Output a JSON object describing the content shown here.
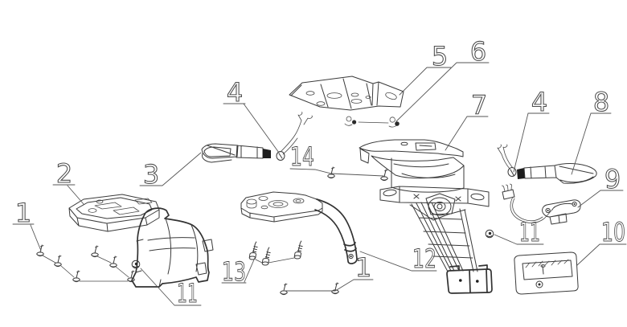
{
  "diagram": {
    "background_color": "#ffffff",
    "line_color": "#3a3a3a",
    "callout_color": "#4c4c4c",
    "callouts": [
      {
        "number": "1"
      },
      {
        "number": "2"
      },
      {
        "number": "3"
      },
      {
        "number": "4"
      },
      {
        "number": "5"
      },
      {
        "number": "6"
      },
      {
        "number": "7"
      },
      {
        "number": "4"
      },
      {
        "number": "8"
      },
      {
        "number": "9"
      },
      {
        "number": "10"
      },
      {
        "number": "11"
      },
      {
        "number": "11"
      },
      {
        "number": "12"
      },
      {
        "number": "13"
      },
      {
        "number": "14"
      },
      {
        "number": "1"
      }
    ]
  }
}
